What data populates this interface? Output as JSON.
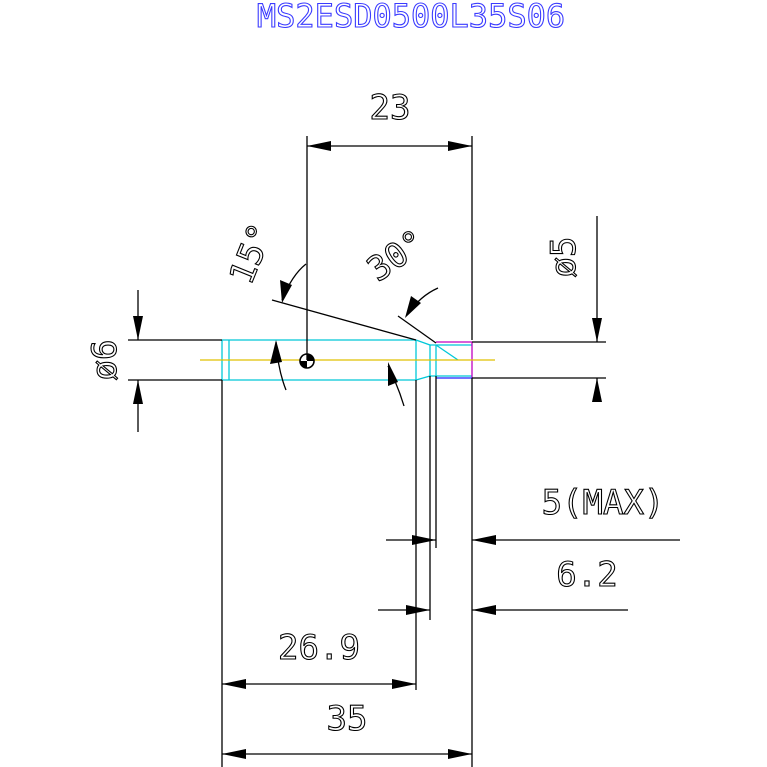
{
  "title": "MS2ESD0500L35S06",
  "dimensions": {
    "length_23": "23",
    "angle_15": "15°",
    "angle_30": "30°",
    "dia_5": "ø5",
    "dia_6": "ø6",
    "max_5": "5(MAX)",
    "len_6_2": "6.2",
    "len_26_9": "26.9",
    "len_35": "35"
  },
  "colors": {
    "outline": "#000000",
    "body": "#00c8d8",
    "centerline": "#e0c000",
    "tip": "#c000c0",
    "title": "#3b3bff"
  }
}
